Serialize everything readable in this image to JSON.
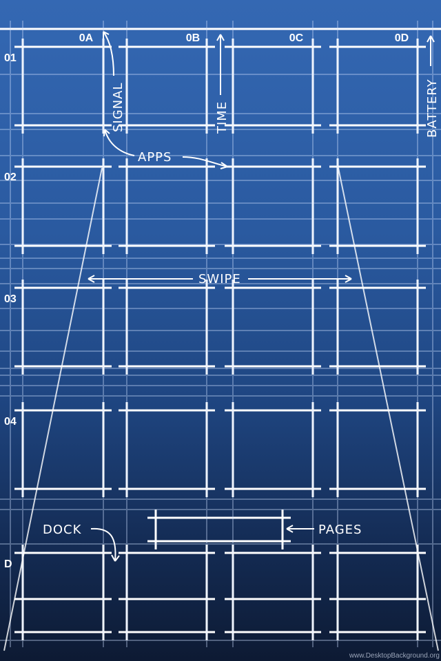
{
  "colors": {
    "background_top": "#3468b3",
    "background_bottom": "#0d1a33",
    "lines": "#ffffff"
  },
  "column_labels": [
    "0A",
    "0B",
    "0C",
    "0D"
  ],
  "row_labels": [
    "01",
    "02",
    "03",
    "04"
  ],
  "dock_label": "D",
  "annotations": {
    "signal": "SIGNAL",
    "time": "TIME",
    "battery": "BATTERY",
    "apps": "APPS",
    "swipe": "SWIPE",
    "dock": "DOCK",
    "pages": "PAGES"
  },
  "watermark": "www.DesktopBackground.org"
}
